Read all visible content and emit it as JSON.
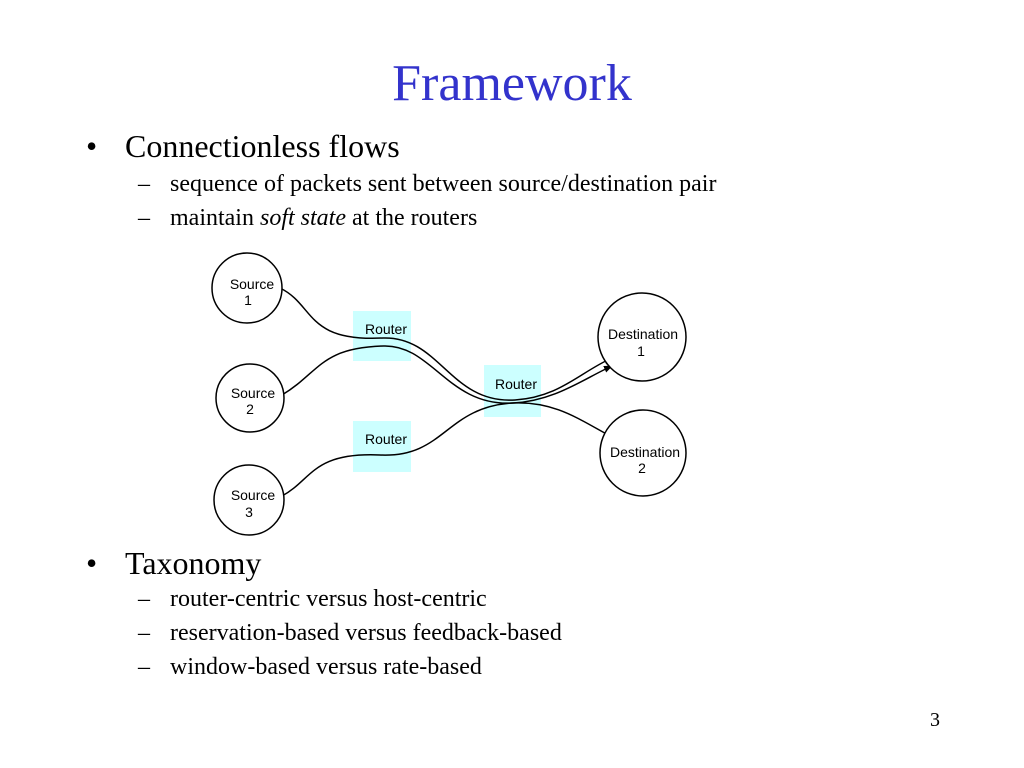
{
  "slide": {
    "title": "Framework",
    "page_number": "3"
  },
  "section1": {
    "bullet": "•",
    "dash": "–",
    "heading": "Connectionless flows",
    "sub1": "sequence of packets sent between source/destination pair",
    "sub2_prefix": "maintain ",
    "sub2_emph": "soft state",
    "sub2_suffix": " at the routers"
  },
  "diagram": {
    "source1": [
      "Source",
      "1"
    ],
    "source2": [
      "Source",
      "2"
    ],
    "source3": [
      "Source",
      "3"
    ],
    "router_top": "Router",
    "router_middle": "Router",
    "router_bottom": "Router",
    "destination1": [
      "Destination",
      "1"
    ],
    "destination2": [
      "Destination",
      "2"
    ],
    "router_fill": "#ccffff"
  },
  "section2": {
    "bullet": "•",
    "dash": "–",
    "heading": "Taxonomy",
    "items": [
      "router-centric versus host-centric",
      "reservation-based versus feedback-based",
      "window-based versus rate-based"
    ]
  }
}
